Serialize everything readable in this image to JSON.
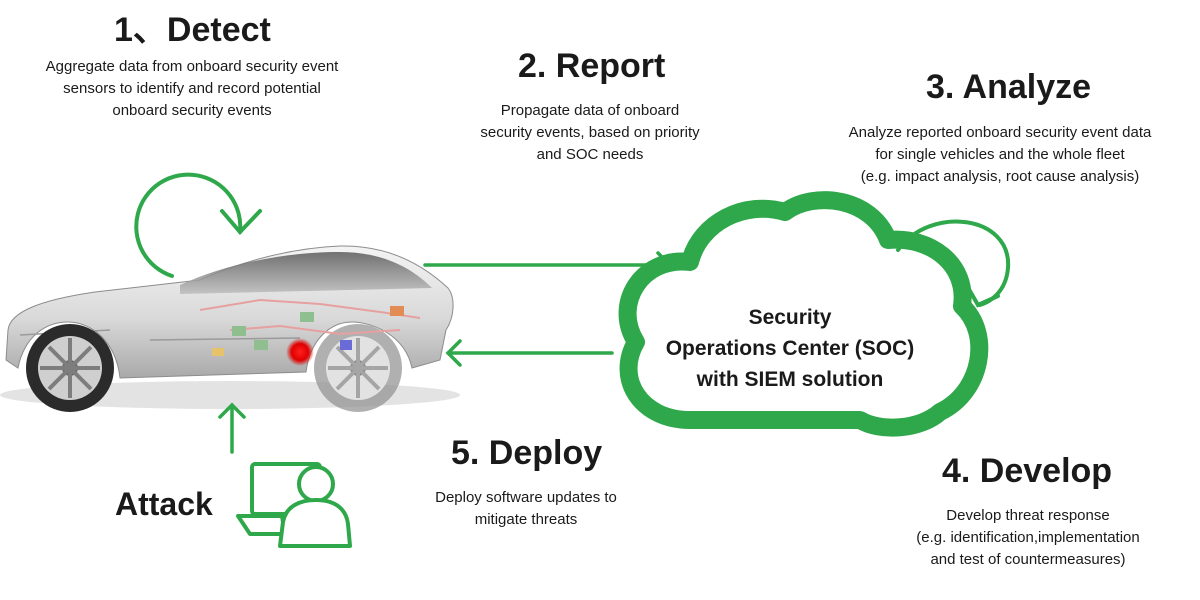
{
  "steps": {
    "detect": {
      "title": "1、Detect",
      "lines": [
        "Aggregate data from onboard security event",
        "sensors to identify and record potential",
        "onboard security events"
      ]
    },
    "report": {
      "title": "2. Report",
      "lines": [
        "Propagate data of onboard",
        "security events, based on priority",
        "and SOC needs"
      ]
    },
    "analyze": {
      "title": "3. Analyze",
      "lines": [
        "Analyze reported onboard security event data",
        "for single vehicles and the whole fleet",
        "(e.g. impact analysis, root cause  analysis)"
      ]
    },
    "develop": {
      "title": "4. Develop",
      "lines": [
        "Develop threat response",
        "(e.g. identification,implementation",
        "and test of countermeasures)"
      ]
    },
    "deploy": {
      "title": "5. Deploy",
      "lines": [
        "Deploy software updates to",
        "mitigate threats"
      ]
    }
  },
  "soc": {
    "lines": [
      "Security",
      "Operations Center (SOC)",
      "with SIEM solution"
    ]
  },
  "attack": {
    "label": "Attack"
  },
  "colors": {
    "accent": "#2ea84a",
    "text": "#1a1a1a"
  },
  "icons": {
    "cycle": "circular-arrow-icon",
    "arrow": "arrow-icon",
    "hacker": "hacker-laptop-icon",
    "car": "car-image"
  }
}
